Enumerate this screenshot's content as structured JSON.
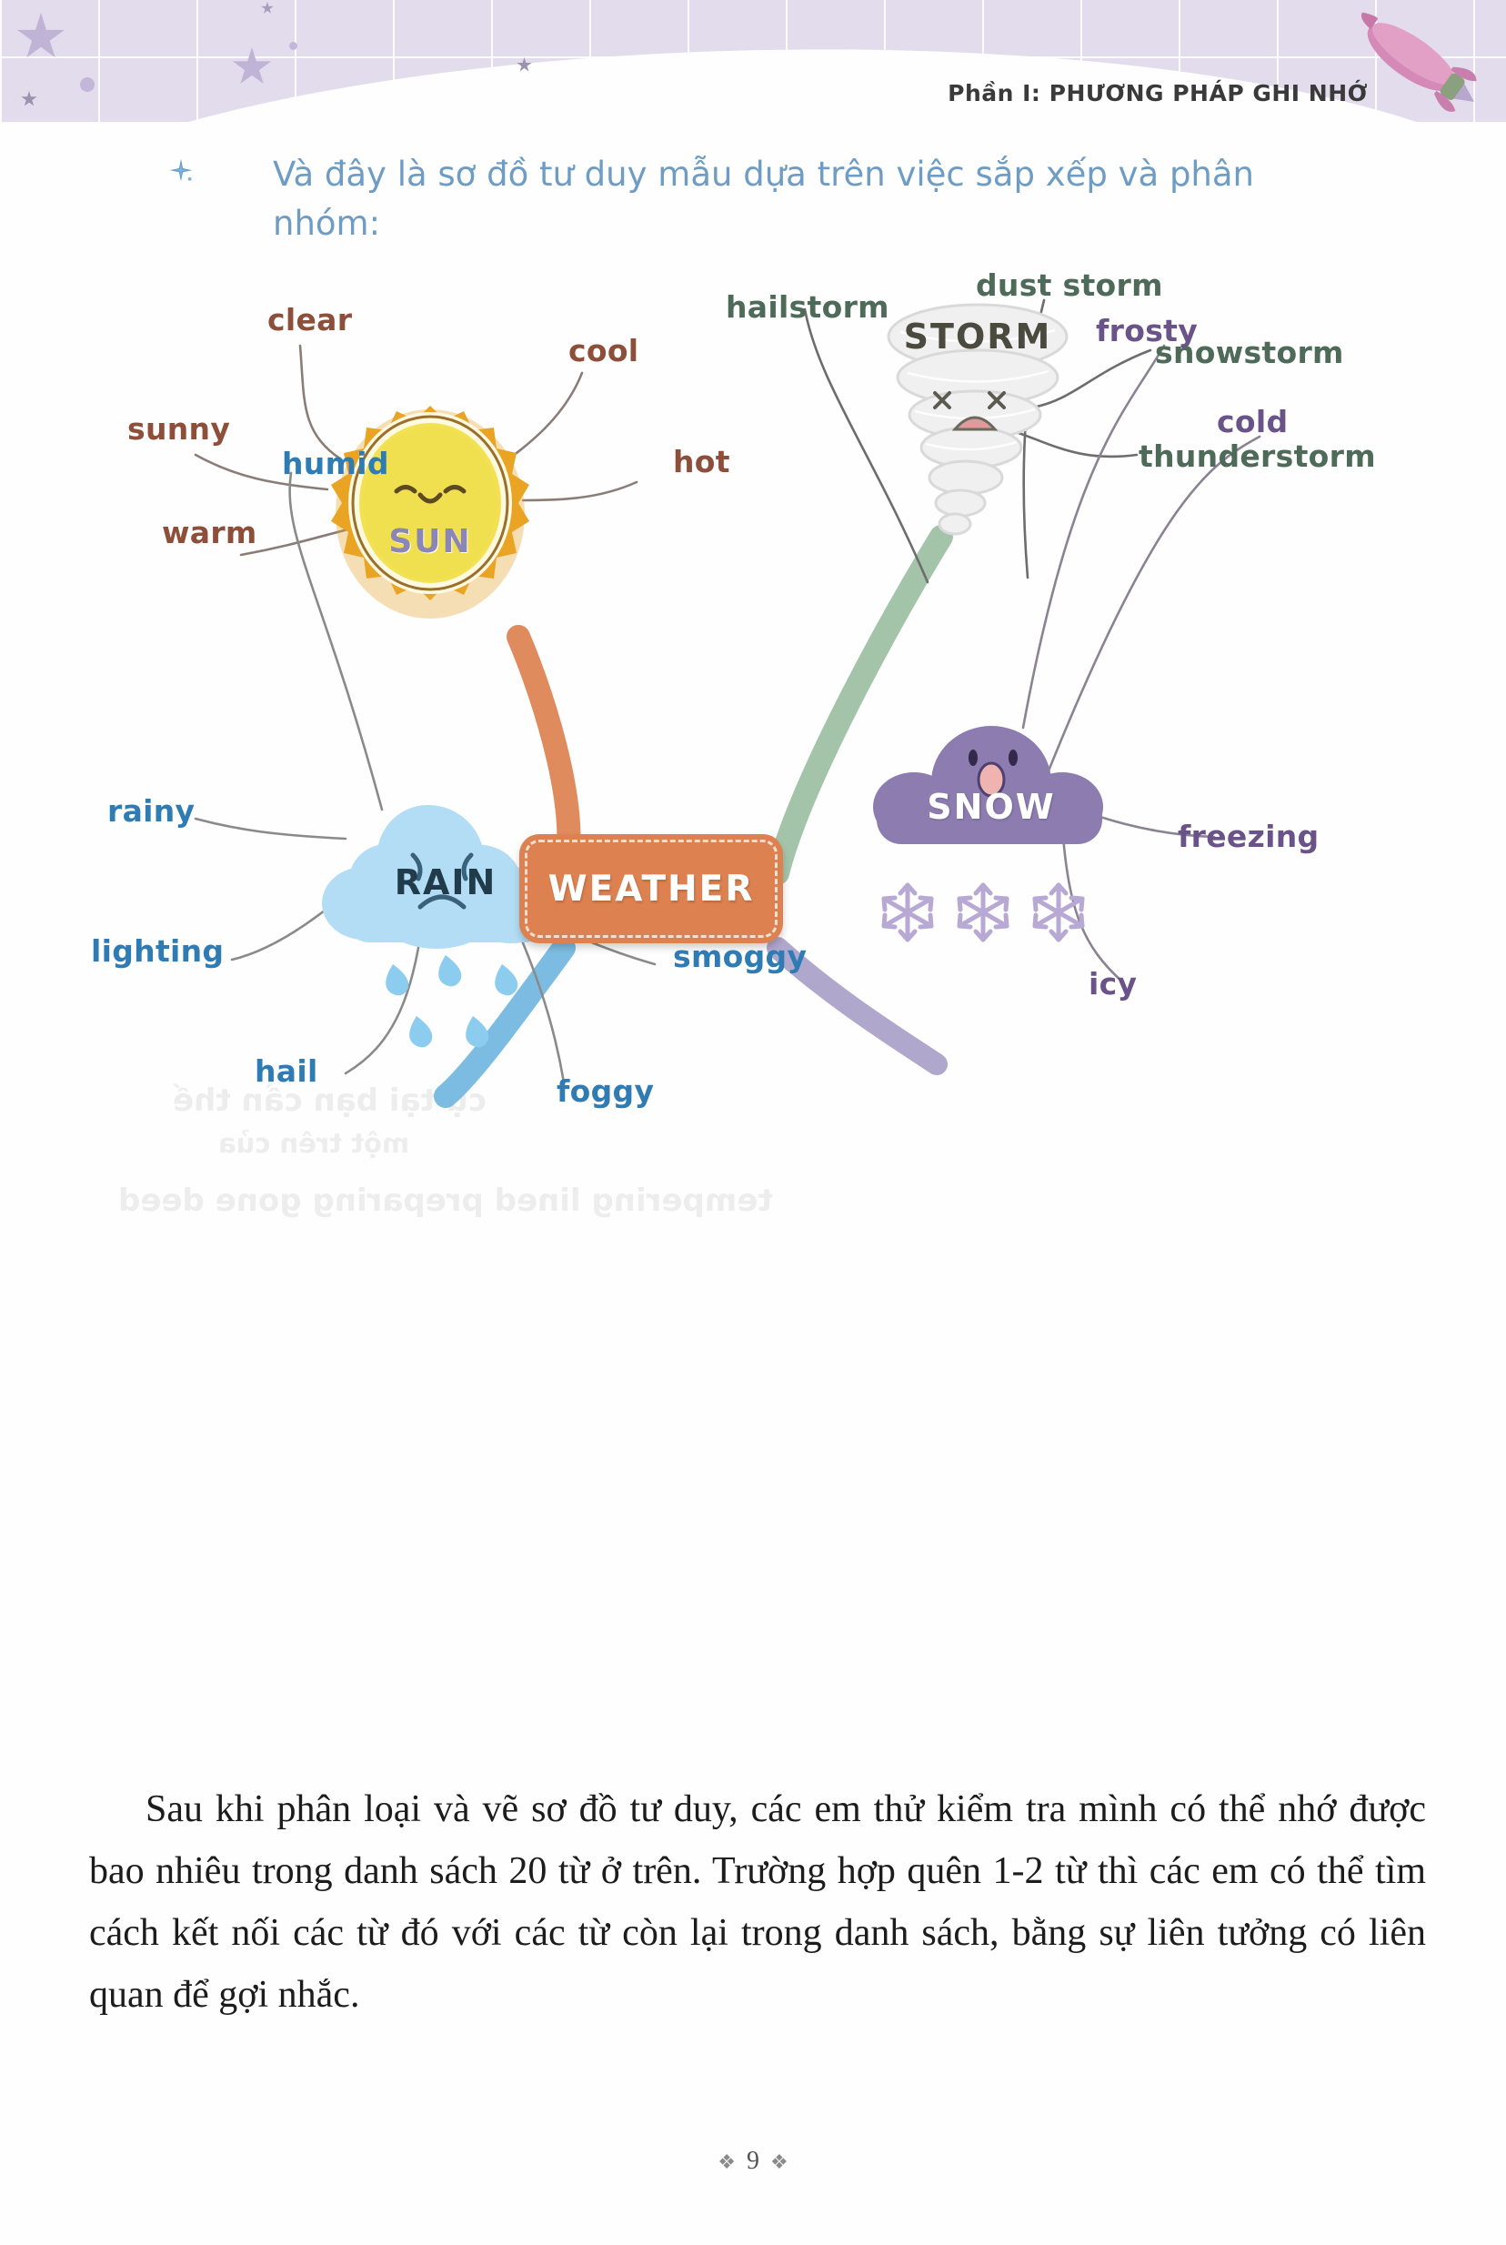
{
  "header": {
    "chapter": "Phần I: PHƯƠNG PHÁP GHI NHỚ"
  },
  "intro": {
    "text": "Và đây là sơ đồ tư duy mẫu dựa trên việc sắp xếp và phân nhóm:"
  },
  "mindmap": {
    "center": {
      "label": "WEATHER",
      "color": "#dd8150"
    },
    "branches": [
      {
        "id": "sun",
        "label": "SUN",
        "color": "#8e4f3a",
        "node_color": "#f2e04e",
        "leaves": [
          "clear",
          "cool",
          "sunny",
          "hot",
          "warm"
        ]
      },
      {
        "id": "storm",
        "label": "STORM",
        "color": "#4e6a58",
        "node_color": "#eeeeee",
        "leaves": [
          "hailstorm",
          "dust storm",
          "snowstorm",
          "thunderstorm"
        ]
      },
      {
        "id": "rain",
        "label": "RAIN",
        "color": "#2f7cb5",
        "node_color": "#a8d8f0",
        "leaves": [
          "humid",
          "rainy",
          "lighting",
          "smoggy",
          "hail",
          "foggy"
        ]
      },
      {
        "id": "snow",
        "label": "SNOW",
        "color": "#6a5388",
        "node_color": "#8d7cb0",
        "leaves": [
          "frosty",
          "cold",
          "freezing",
          "icy"
        ]
      }
    ],
    "leaf_labels": {
      "hailstorm": "hailstorm",
      "dust_storm": "dust storm",
      "snowstorm": "snowstorm",
      "thunderstorm": "thunderstorm",
      "clear": "clear",
      "cool": "cool",
      "sunny": "sunny",
      "hot": "hot",
      "warm": "warm",
      "frosty": "frosty",
      "cold": "cold",
      "freezing": "freezing",
      "icy": "icy",
      "humid": "humid",
      "rainy": "rainy",
      "lighting": "lighting",
      "smoggy": "smoggy",
      "hail": "hail",
      "foggy": "foggy"
    },
    "node_labels": {
      "sun": "SUN",
      "storm": "STORM",
      "rain": "RAIN",
      "snow": "SNOW"
    }
  },
  "body": {
    "paragraph": "Sau khi phân loại và vẽ sơ đồ tư duy, các em thử kiểm tra mình có thể nhớ được bao nhiêu trong danh sách 20 từ ở trên. Trường hợp quên 1-2 từ thì các em có thể tìm cách kết nối các từ đó với các từ còn lại trong danh sách, bằng sự liên tưởng có liên quan để gợi nhắc."
  },
  "footer": {
    "page_number": "9",
    "ornament": "❖"
  }
}
